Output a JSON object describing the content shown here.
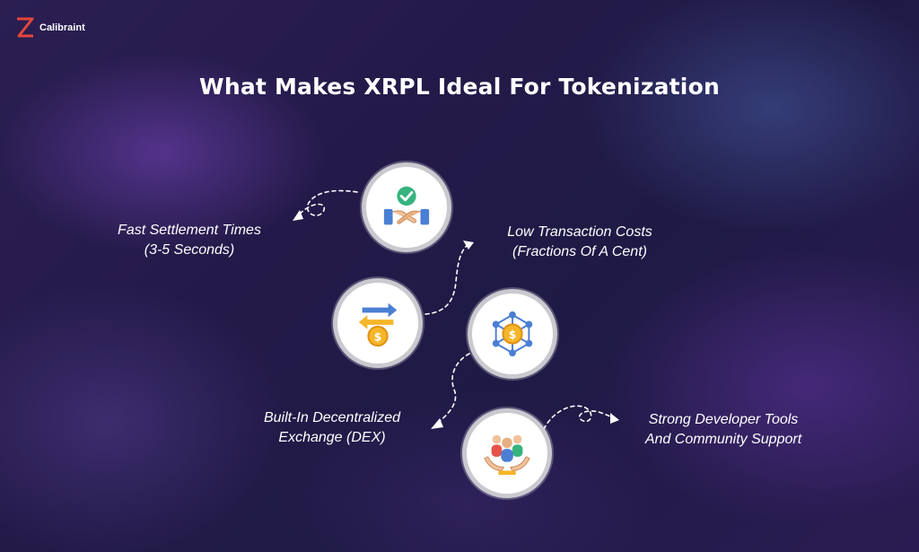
{
  "brand": {
    "name": "Calibraint",
    "logo_icon": "calibraint-z-logo-icon",
    "accent": "#e4453a"
  },
  "title": "What Makes XRPL Ideal For Tokenization",
  "features": [
    {
      "line1": "Fast Settlement Times",
      "line2": "(3-5 Seconds)",
      "icon": "handshake-check-icon"
    },
    {
      "line1": "Low Transaction Costs",
      "line2": "(Fractions Of A Cent)",
      "icon": "coin-transfer-arrows-icon"
    },
    {
      "line1": "Built-In Decentralized",
      "line2": "Exchange (DEX)",
      "icon": "coin-network-icon"
    },
    {
      "line1": "Strong Developer Tools",
      "line2": "And Community Support",
      "icon": "community-hands-icon"
    }
  ],
  "colors": {
    "circle_fill": "#ffffff",
    "circle_border": "#c9c9cf",
    "text": "#ffffff"
  }
}
